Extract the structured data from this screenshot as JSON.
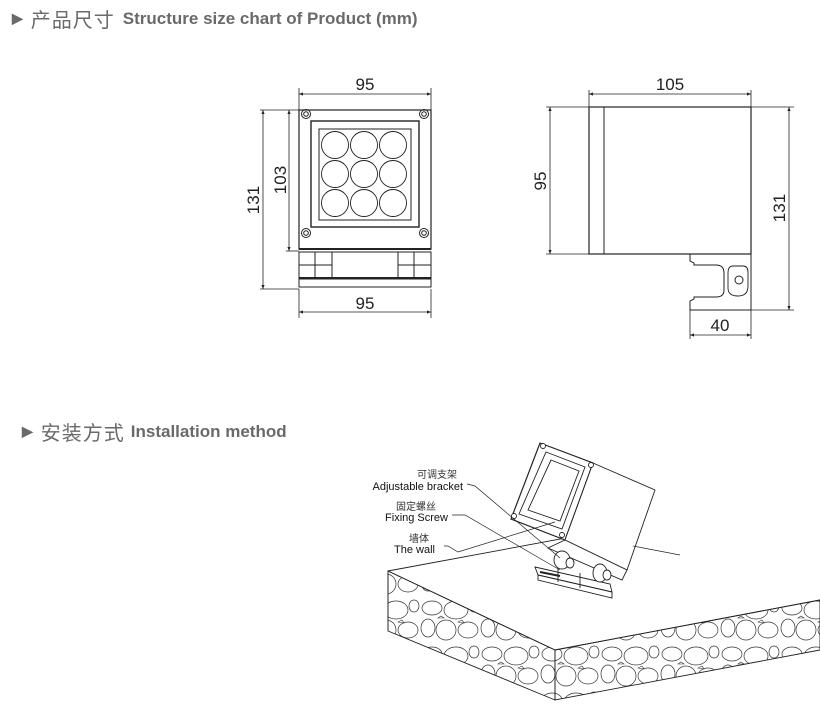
{
  "section_size": {
    "marker": "▶",
    "title_zh": "产品尺寸",
    "title_en": "Structure size chart of Product (mm)"
  },
  "front_view": {
    "width_top": "95",
    "width_bottom": "95",
    "height_body": "103",
    "height_total": "131",
    "led_count": 9
  },
  "side_view": {
    "depth": "105",
    "height_body": "95",
    "height_total": "131",
    "bracket_width": "40"
  },
  "section_install": {
    "marker": "▶",
    "title_zh": "安装方式",
    "title_en": "Installation method"
  },
  "install_labels": [
    {
      "zh": "可调支架",
      "en": "Adjustable bracket"
    },
    {
      "zh": "固定螺丝",
      "en": "Fixing Screw"
    },
    {
      "zh": "墙体",
      "en": "The wall"
    }
  ],
  "colors": {
    "heading": "#6a6a6a",
    "line": "#222222"
  }
}
